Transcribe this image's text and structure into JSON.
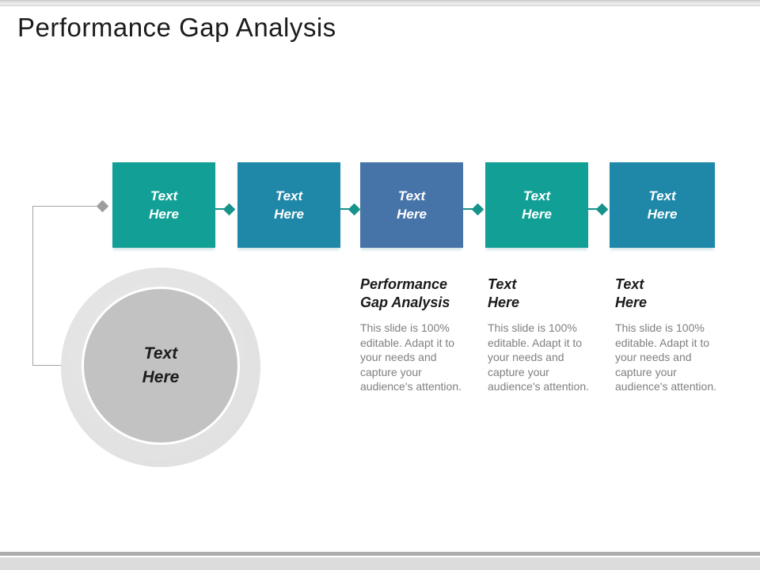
{
  "title": "Performance Gap Analysis",
  "colors": {
    "teal": "#12a096",
    "ocean_blue": "#1f87a8",
    "steel_blue": "#4674a8",
    "connector_teal": "#17938c",
    "connector_gray": "#9e9e9e",
    "circle_outer": "#e3e3e3",
    "circle_inner": "#c2c2c2",
    "body_text": "#7f7f7f"
  },
  "steps": [
    {
      "label_lines": [
        "Text",
        "Here"
      ],
      "color": "teal"
    },
    {
      "label_lines": [
        "Text",
        "Here"
      ],
      "color": "ocean_blue"
    },
    {
      "label_lines": [
        "Text",
        "Here"
      ],
      "color": "steel_blue"
    },
    {
      "label_lines": [
        "Text",
        "Here"
      ],
      "color": "teal"
    },
    {
      "label_lines": [
        "Text",
        "Here"
      ],
      "color": "ocean_blue"
    }
  ],
  "circle": {
    "label_lines": [
      "Text",
      "Here"
    ]
  },
  "columns": [
    {
      "heading_lines": [
        "Performance",
        "Gap Analysis"
      ],
      "body_lines": [
        "This slide is 100%",
        "editable. Adapt it to",
        "your needs and",
        "capture your",
        "audience's attention."
      ]
    },
    {
      "heading_lines": [
        "Text",
        "Here"
      ],
      "body_lines": [
        "This slide is 100%",
        "editable. Adapt it to",
        "your needs and",
        "capture your",
        "audience's attention."
      ]
    },
    {
      "heading_lines": [
        "Text",
        "Here"
      ],
      "body_lines": [
        "This slide is 100%",
        "editable. Adapt it to",
        "your needs and",
        "capture your",
        "audience's attention."
      ]
    }
  ]
}
